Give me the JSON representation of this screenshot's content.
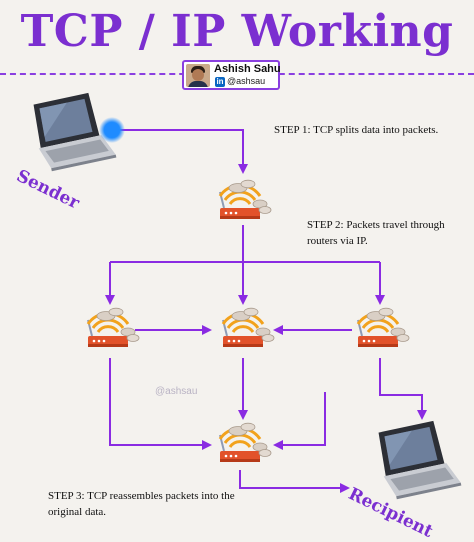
{
  "title": "TCP / IP Working",
  "author": {
    "name": "Ashish Sahu",
    "handle": "@ashsau",
    "linkedin_icon": "in"
  },
  "steps": {
    "step1": "STEP 1: TCP splits data into packets.",
    "step2": "STEP 2: Packets travel through routers via IP.",
    "step3": "STEP 3: TCP reassembles packets into the original data."
  },
  "nodes": {
    "sender": "Sender",
    "recipient": "Recipient"
  },
  "watermark": "@ashsau",
  "colors": {
    "accent": "#7b2fd0",
    "line": "#8a2be2",
    "router_body": "#e2522a",
    "wifi": "#f2a21c",
    "packet": "#d9cfc5",
    "highlight": "#1f8bff"
  },
  "icons": [
    "laptop-icon",
    "router-icon",
    "packet-icon",
    "linkedin-icon"
  ]
}
